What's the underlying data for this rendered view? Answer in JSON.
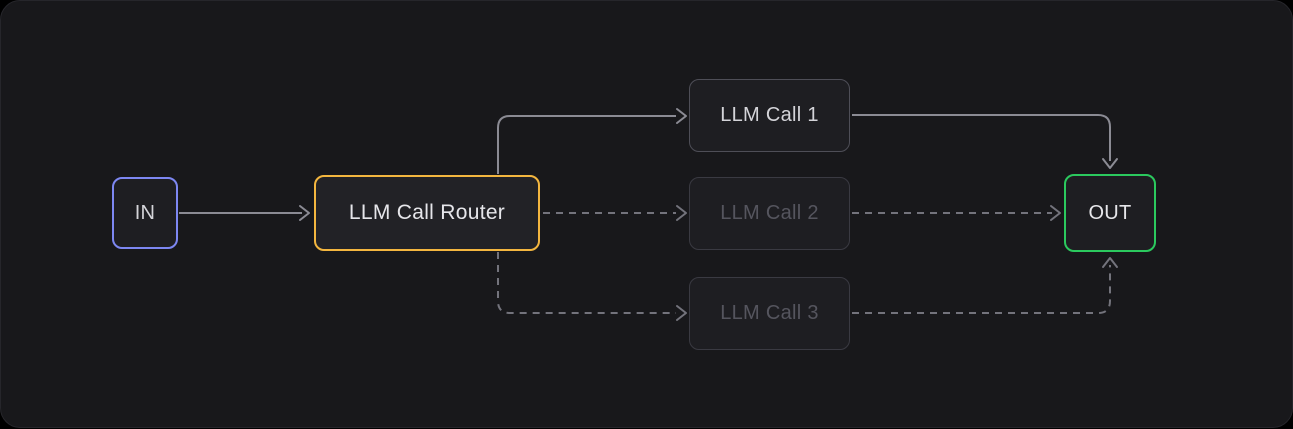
{
  "diagram": {
    "title": "llm-call-router-flow",
    "nodes": {
      "in": {
        "label": "IN",
        "state": "active",
        "accent": "#7d87f2"
      },
      "router": {
        "label": "LLM Call Router",
        "state": "active",
        "accent": "#f3b63f"
      },
      "call1": {
        "label": "LLM Call 1",
        "state": "active",
        "accent": "#4e4e57"
      },
      "call2": {
        "label": "LLM Call 2",
        "state": "inactive",
        "accent": "#3a3a42"
      },
      "call3": {
        "label": "LLM Call 3",
        "state": "inactive",
        "accent": "#3a3a42"
      },
      "out": {
        "label": "OUT",
        "state": "active",
        "accent": "#2bc95e"
      }
    },
    "edges": [
      {
        "from": "in",
        "to": "router",
        "style": "solid"
      },
      {
        "from": "router",
        "to": "call1",
        "style": "solid"
      },
      {
        "from": "router",
        "to": "call2",
        "style": "dashed"
      },
      {
        "from": "router",
        "to": "call3",
        "style": "dashed"
      },
      {
        "from": "call1",
        "to": "out",
        "style": "solid"
      },
      {
        "from": "call2",
        "to": "out",
        "style": "dashed"
      },
      {
        "from": "call3",
        "to": "out",
        "style": "dashed"
      }
    ]
  },
  "colors": {
    "bg-outer": "#000000",
    "canvas-bg": "#18181b",
    "canvas-edge": "#26262b",
    "node-fill": "#1e1e22",
    "router-fill": "#222226",
    "accent-in": "#7d87f2",
    "accent-router": "#f3b63f",
    "accent-out": "#2bc95e",
    "edge-solid": "#8b8b94",
    "edge-dashed": "#73737c",
    "border-muted": "#3a3a42",
    "border-call1": "#4e4e57",
    "text-bright": "#e6e6ea",
    "text-primary": "#d4d4d9",
    "text-muted": "#55555e"
  }
}
